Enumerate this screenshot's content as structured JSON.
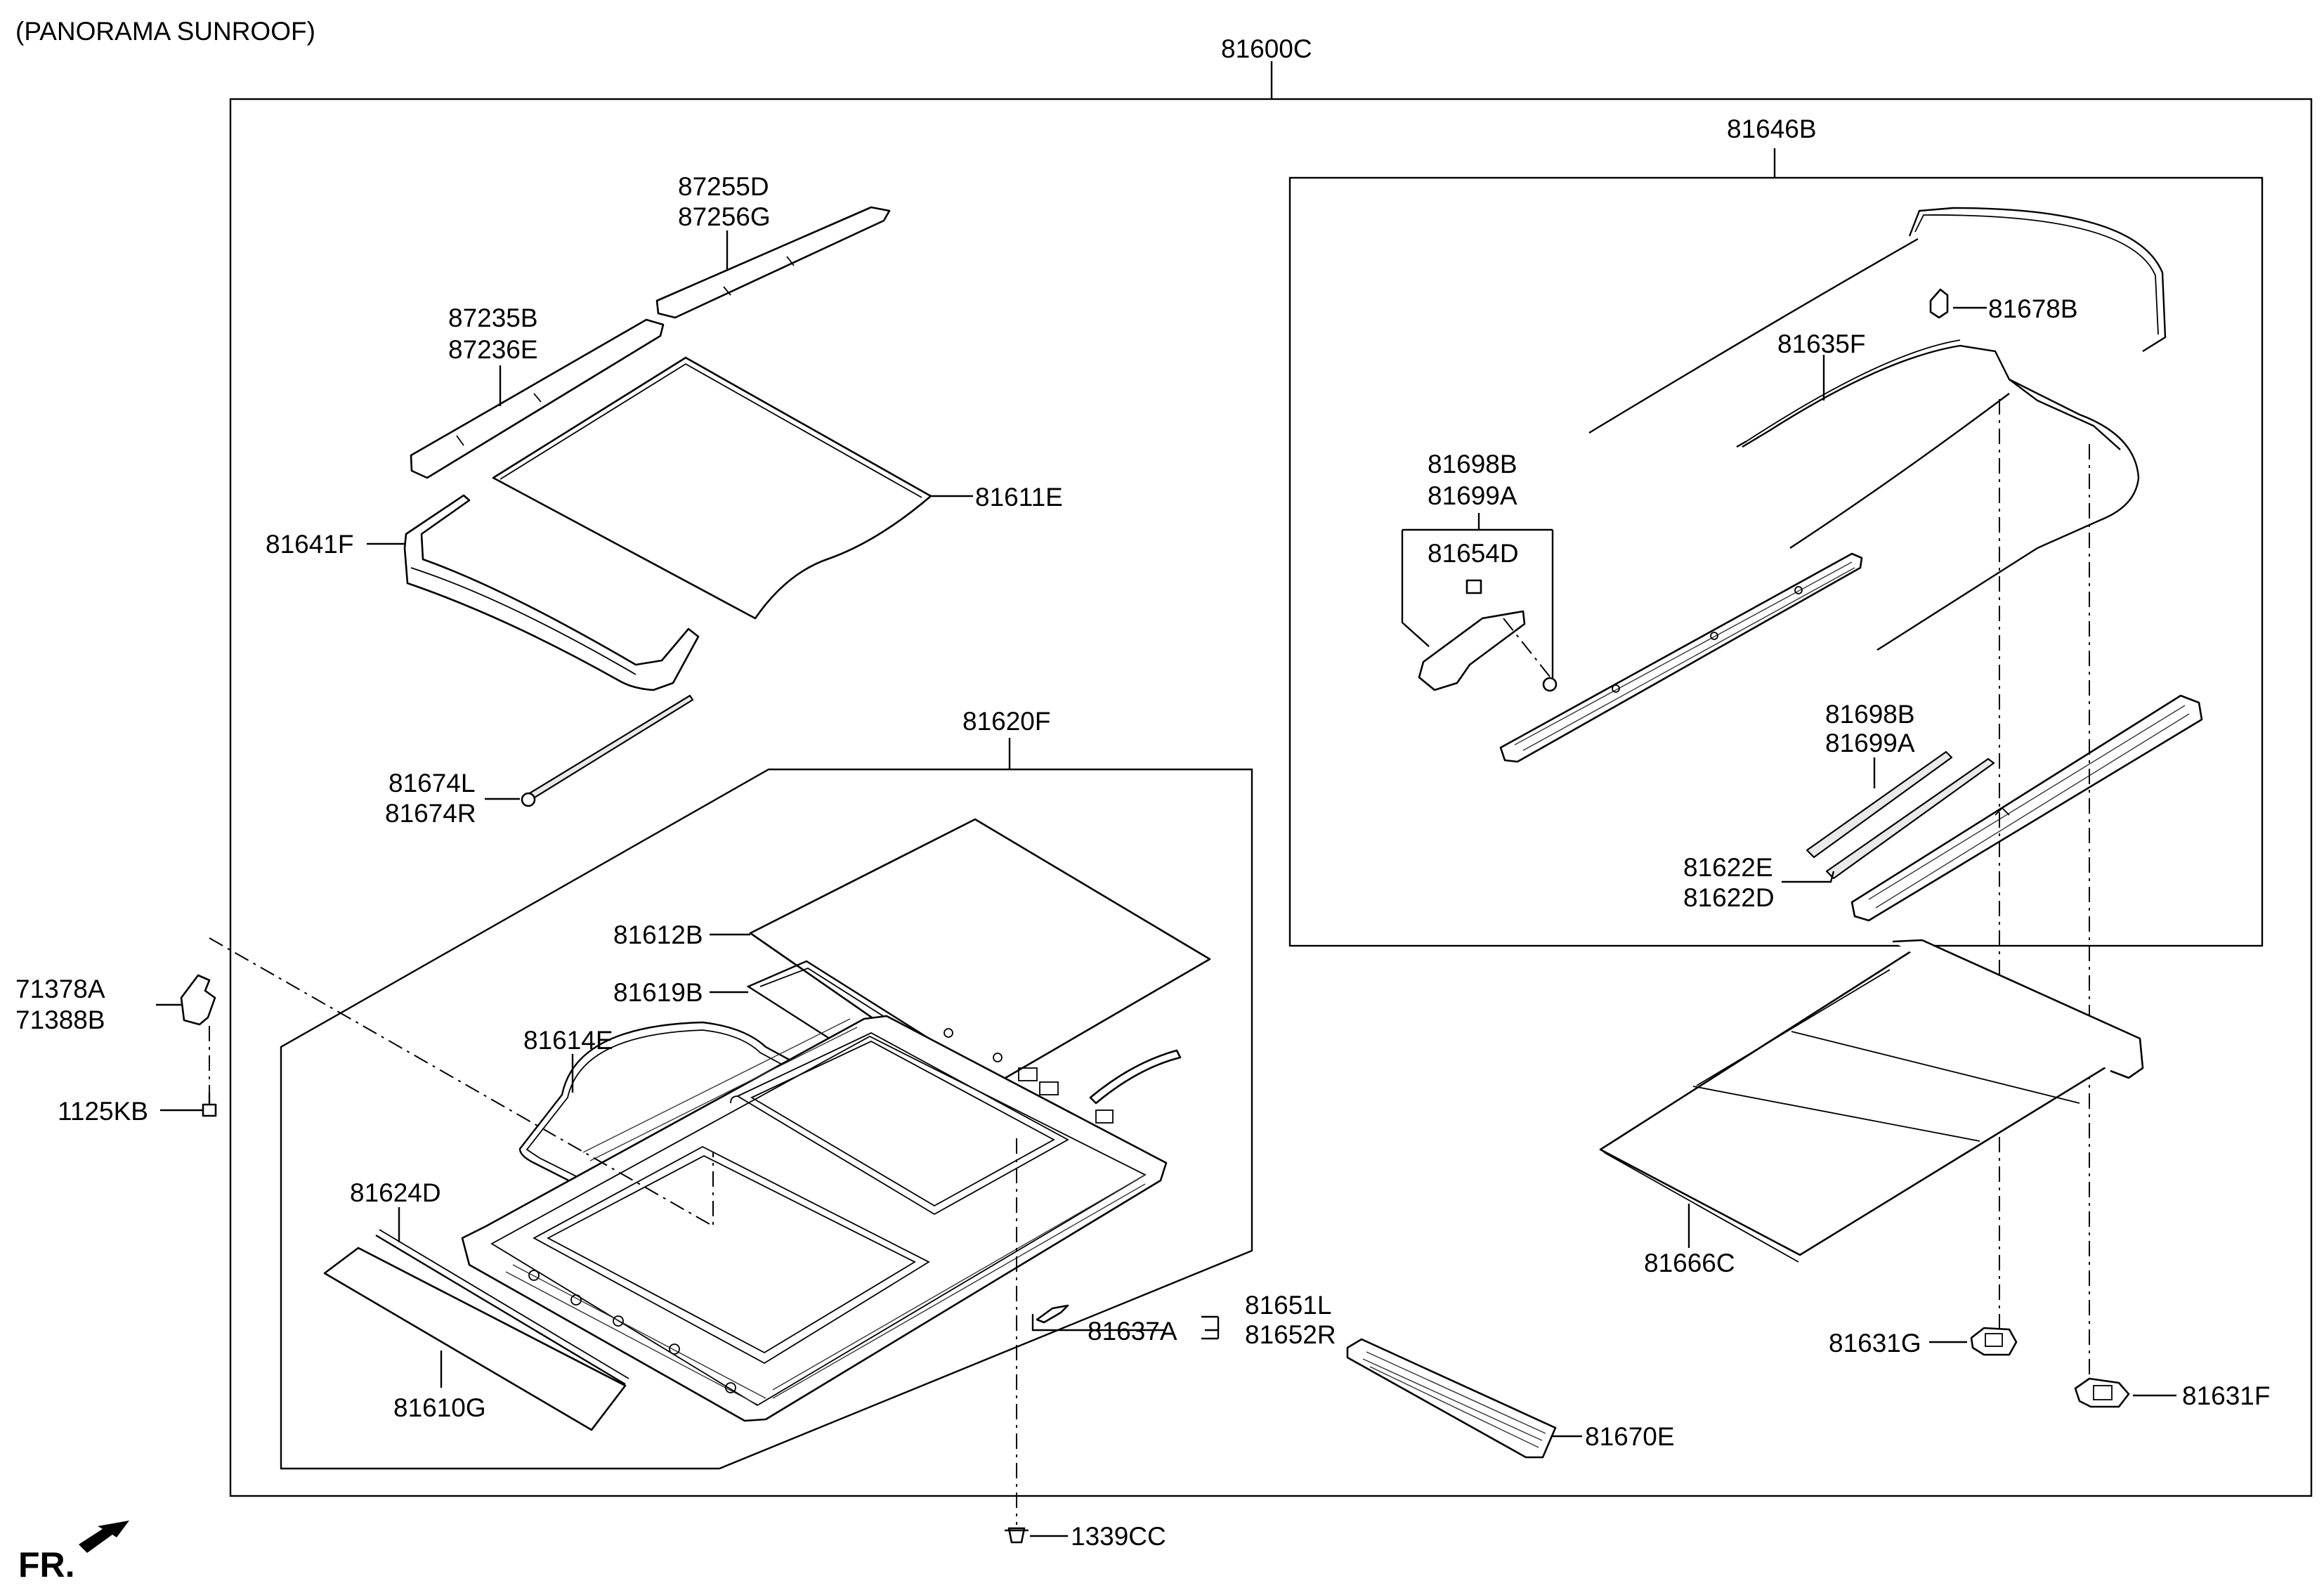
{
  "title": "(PANORAMA SUNROOF)",
  "fr_label": "FR.",
  "labels": {
    "81600C": "81600C",
    "81646B": "81646B",
    "87255D": "87255D",
    "87256G": "87256G",
    "87235B": "87235B",
    "87236E": "87236E",
    "81611E": "81611E",
    "81641F": "81641F",
    "81674L": "81674L",
    "81674R": "81674R",
    "81620F": "81620F",
    "81612B": "81612B",
    "81619B": "81619B",
    "81614E": "81614E",
    "81624D": "81624D",
    "81610G": "81610G",
    "71378A": "71378A",
    "71388B": "71388B",
    "1125KB": "1125KB",
    "81678B": "81678B",
    "81635F": "81635F",
    "81698B_a": "81698B",
    "81699A_a": "81699A",
    "81654D": "81654D",
    "81698B_b": "81698B",
    "81699A_b": "81699A",
    "81622E": "81622E",
    "81622D": "81622D",
    "81666C": "81666C",
    "81651L": "81651L",
    "81652R": "81652R",
    "81637A": "81637A",
    "81670E": "81670E",
    "81631G": "81631G",
    "81631F": "81631F",
    "1339CC": "1339CC"
  }
}
